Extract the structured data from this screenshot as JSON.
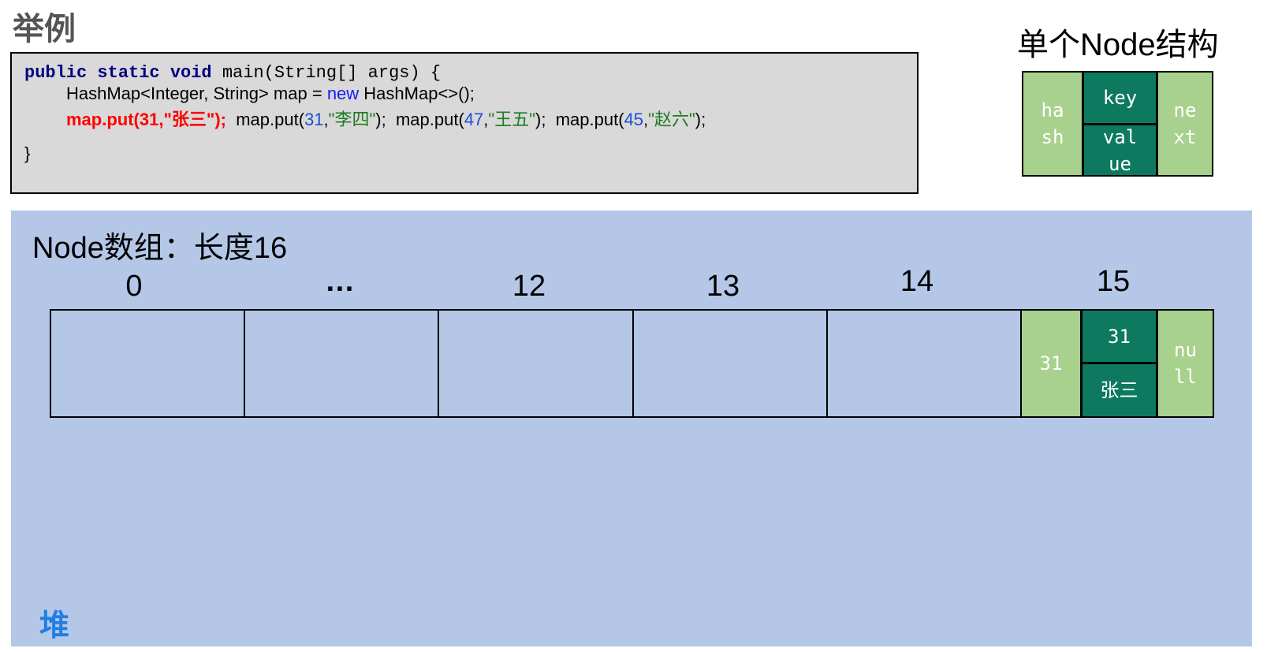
{
  "title": "举例",
  "code": {
    "line1": {
      "kw": "public static void",
      "rest": " main(String[] args) {"
    },
    "line2": {
      "pre": "HashMap<Integer, String> map = ",
      "new": "new",
      "post": " HashMap<>();"
    },
    "line3": {
      "highlight": {
        "call": "map.put(31,",
        "str": "\"张三\"",
        "end": ");"
      },
      "calls": [
        {
          "open": "map.put(",
          "num": "31",
          "comma": ",",
          "str": "\"李四\"",
          "close": ");"
        },
        {
          "open": "map.put(",
          "num": "47",
          "comma": ",",
          "str": "\"王五\"",
          "close": ");"
        },
        {
          "open": "map.put(",
          "num": "45",
          "comma": ",",
          "str": "\"赵六\"",
          "close": ");"
        }
      ]
    },
    "line4": "}"
  },
  "node_structure": {
    "title": "单个Node结构",
    "hash": "ha\nsh",
    "key": "key",
    "value": "val\nue",
    "next": "ne\nxt"
  },
  "heap": {
    "array_label": "Node数组：长度16",
    "indices": [
      "0",
      "…",
      "12",
      "13",
      "14",
      "15"
    ],
    "slot15": {
      "hash": "31",
      "key": "31",
      "value": "张三",
      "next": "nu\nll"
    },
    "label": "堆"
  },
  "colors": {
    "green": "#a9d18e",
    "dark_green": "#0d7a5f",
    "heap_bg": "#b4c7e7",
    "code_bg": "#d9d9d9",
    "highlight": "#ff0000",
    "heap_label": "#1e7ee6"
  }
}
